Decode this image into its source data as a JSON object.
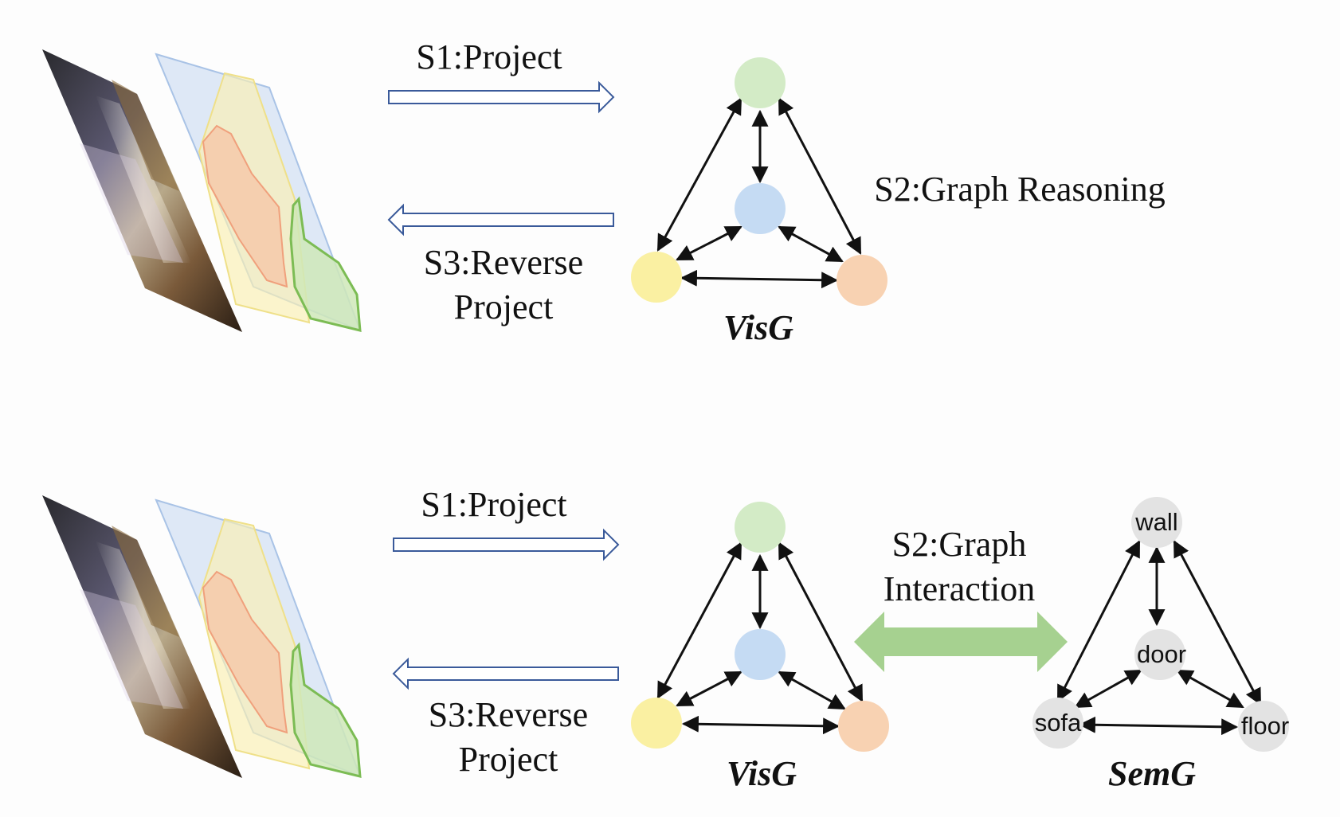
{
  "colors": {
    "background": "#fdfdfd",
    "node_green": "#d3ebc6",
    "node_blue": "#c5dbf3",
    "node_yellow": "#faf0a2",
    "node_orange": "#f8d2b2",
    "node_gray": "#e3e3e3",
    "hollow_arrow": "#3a5a9a",
    "interaction_arrow": "#9ccc84",
    "edge": "#111111"
  },
  "top": {
    "project_label": "S1:Project",
    "reverse_label_line1": "S3:Reverse",
    "reverse_label_line2": "Project",
    "reasoning_label": "S2:Graph Reasoning",
    "graph_label": "VisG"
  },
  "bottom": {
    "project_label": "S1:Project",
    "reverse_label_line1": "S3:Reverse",
    "reverse_label_line2": "Project",
    "interaction_label_line1": "S2:Graph",
    "interaction_label_line2": "Interaction",
    "vis_graph_label": "VisG",
    "sem_graph_label": "SemG",
    "sem_nodes": {
      "wall": "wall",
      "door": "door",
      "sofa": "sofa",
      "floor": "floor"
    }
  }
}
